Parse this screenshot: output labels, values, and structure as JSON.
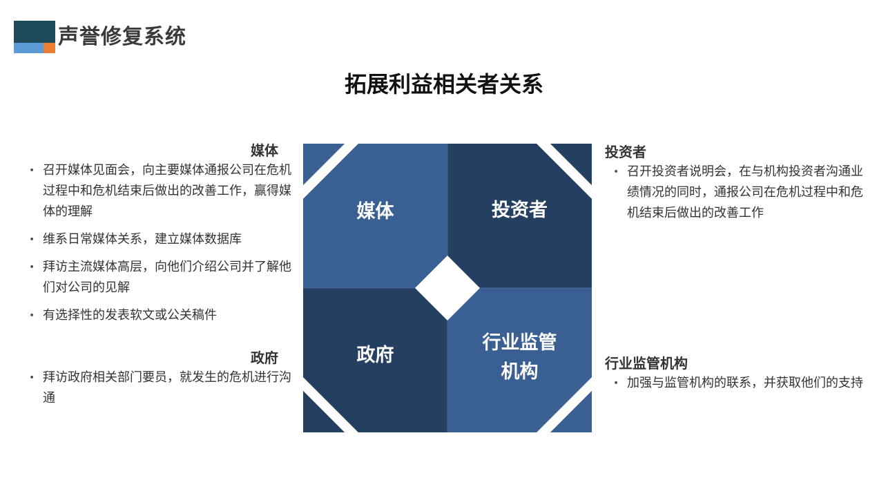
{
  "header": {
    "brand": "声誉修复系统",
    "colors": {
      "dark": "#1e4a5b",
      "blue": "#5b9bd5",
      "orange": "#ed7d31"
    }
  },
  "title": "拓展利益相关者关系",
  "diagram": {
    "media": "媒体",
    "investors": "投资者",
    "government": "政府",
    "regulator_line1": "行业监管",
    "regulator_line2": "机构",
    "colors": {
      "light": "#3a5f92",
      "dark": "#243f60"
    }
  },
  "media_block": {
    "heading": "媒体",
    "items": [
      "召开媒体见面会，向主要媒体通报公司在危机过程中和危机结束后做出的改善工作，赢得媒体的理解",
      "维系日常媒体关系，建立媒体数据库",
      "拜访主流媒体高层，向他们介绍公司并了解他们对公司的见解",
      "有选择性的发表软文或公关稿件"
    ]
  },
  "gov_block": {
    "heading": "政府",
    "items": [
      "拜访政府相关部门要员，就发生的危机进行沟通"
    ]
  },
  "investor_block": {
    "heading": "投资者",
    "items": [
      "召开投资者说明会，在与机构投资者沟通业绩情况的同时，通报公司在危机过程中和危机结束后做出的改善工作"
    ]
  },
  "regulator_block": {
    "heading": "行业监管机构",
    "items": [
      "加强与监管机构的联系，并获取他们的支持"
    ]
  }
}
